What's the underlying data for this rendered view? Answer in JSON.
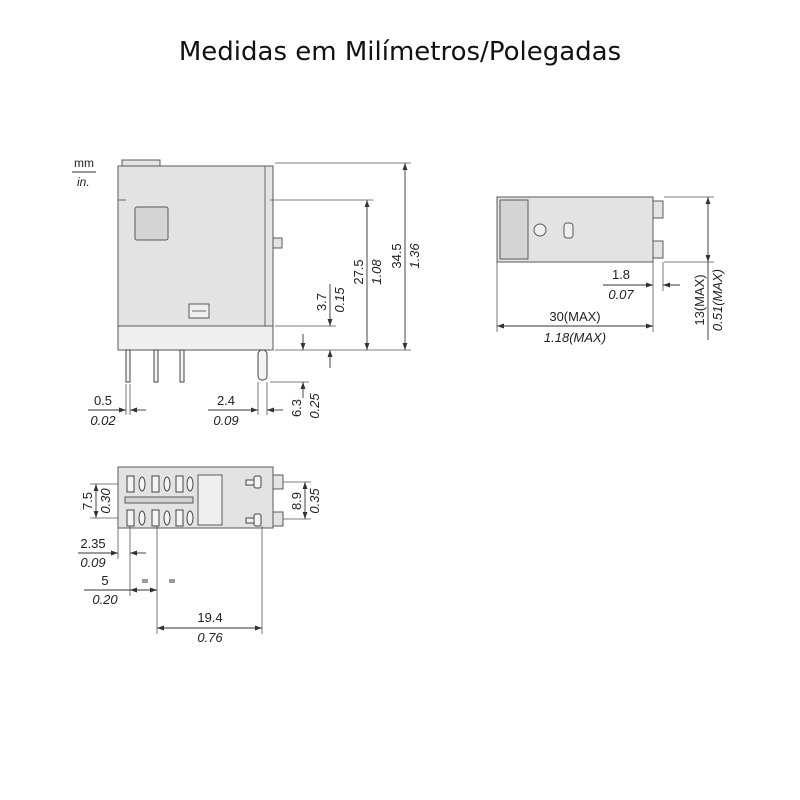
{
  "title": "Medidas em Milímetros/Polegadas",
  "unit_legend": {
    "top": "mm",
    "bottom": "in."
  },
  "front_view": {
    "height_total": {
      "mm": "34.5",
      "in": "1.36"
    },
    "height_body": {
      "mm": "27.5",
      "in": "1.08"
    },
    "base_height": {
      "mm": "3.7",
      "in": "0.15"
    },
    "pin_length": {
      "mm": "6.3",
      "in": "0.25"
    },
    "pin_width": {
      "mm": "0.5",
      "in": "0.02"
    },
    "pin_thickness": {
      "mm": "2.4",
      "in": "0.09"
    }
  },
  "side_view": {
    "depth": {
      "mm": "13(MAX)",
      "in": "0.51(MAX)"
    },
    "tab_offset": {
      "mm": "1.8",
      "in": "0.07"
    },
    "width": {
      "mm": "30(MAX)",
      "in": "1.18(MAX)"
    }
  },
  "bottom_view": {
    "row_spacing": {
      "mm": "7.5",
      "in": "0.30"
    },
    "tab_spacing": {
      "mm": "8.9",
      "in": "0.35"
    },
    "edge_offset": {
      "mm": "2.35",
      "in": "0.09"
    },
    "pin_pitch": {
      "mm": "5",
      "in": "0.20"
    },
    "pin_span": {
      "mm": "19.4",
      "in": "0.76"
    }
  },
  "colors": {
    "body": "#e3e3e3",
    "outline": "#5a5a5a",
    "dimension": "#333333"
  }
}
